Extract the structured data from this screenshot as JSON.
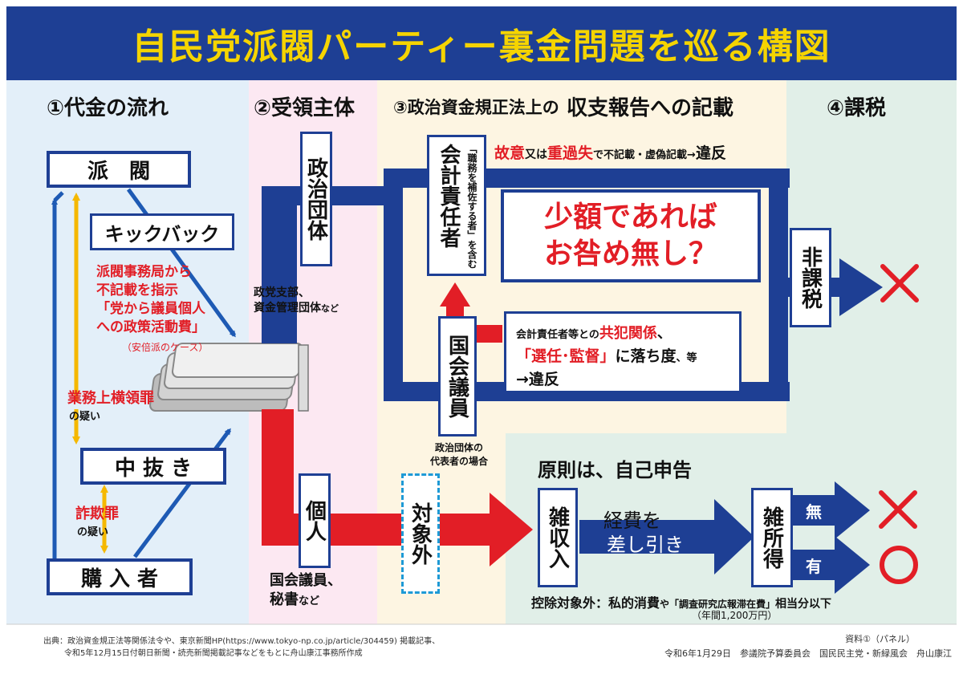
{
  "title": "自民党派閥パーティー裏金問題を巡る構図",
  "sections": {
    "s1": "①代金の流れ",
    "s2": "②受領主体",
    "s3_pre": "③政治資金規正法上の",
    "s3_main": "収支報告への記載",
    "s4": "④課税"
  },
  "flow": {
    "habatsu": "派　閥",
    "kickback": "キックバック",
    "instruction_l1": "派閥事務局から",
    "instruction_l2": "不記載を指示",
    "instruction_l3": "「党から議員個人",
    "instruction_l4": "への政策活動費」",
    "instruction_note": "（安倍派のケース）",
    "embezzle": "業務上横領罪",
    "embezzle_suffix": "の疑い",
    "nakanuki": "中 抜 き",
    "fraud": "詐欺罪",
    "fraud_suffix": "の疑い",
    "buyer": "購 入 者"
  },
  "recipient": {
    "political_group": "政治団体",
    "pg_note_l1": "政党支部、",
    "pg_note_l2": "資金管理団体",
    "pg_note_suffix": "など",
    "individual": "個人",
    "ind_note_l1": "国会議員、",
    "ind_note_l2": "秘書",
    "ind_note_suffix": "など"
  },
  "report": {
    "accountant": "会計責任者",
    "accountant_note": "「職務を補佐する者」を含む",
    "violation_a": "故意",
    "violation_or1": "又は",
    "violation_b": "重過失",
    "violation_rest": "で不記載・虚偽記載→",
    "violation_end": "違反",
    "small_l1": "少額であれば",
    "small_l2": "お咎め無し？",
    "diet_member": "国会議員",
    "dm_note_l1": "政治団体の",
    "dm_note_l2": "代表者の場合",
    "complicity_pre": "会計責任者等との",
    "complicity_hl": "共犯関係",
    "complicity_end": "、",
    "negligence_hl": "「選任･監督」",
    "negligence_rest": "に落ち度",
    "negligence_suffix": "、等",
    "negligence_violation": "→違反"
  },
  "tax": {
    "non_taxable": "非課税",
    "principle": "原則は、自己申告",
    "exempt": "対象外",
    "misc_income_in": "雑収入",
    "deduct_l1": "経費を",
    "deduct_l2": "差し引き",
    "misc_income": "雑所得",
    "none": "無",
    "exists": "有",
    "excl_pre": "控除対象外：私的消費",
    "excl_mid": "や「調査研究広報滞在費」",
    "excl_end": "相当分以下",
    "excl_note": "（年間1,200万円）"
  },
  "footer": {
    "source_l1": "出典：政治資金規正法等関係法令や、東京新聞HP(https://www.tokyo-np.co.jp/article/304459) 掲載記事、",
    "source_l2": "令和5年12月15日付朝日新聞・読売新聞掲載記事などをもとに舟山康江事務所作成",
    "material": "資料①（パネル）",
    "meeting": "令和6年1月29日　参議院予算委員会　国民民主党・新緑風会　舟山康江"
  },
  "colors": {
    "navy": "#1e3f94",
    "red": "#e21e26",
    "title_yellow": "#f5d400",
    "arrow_yellow": "#f5b800"
  }
}
